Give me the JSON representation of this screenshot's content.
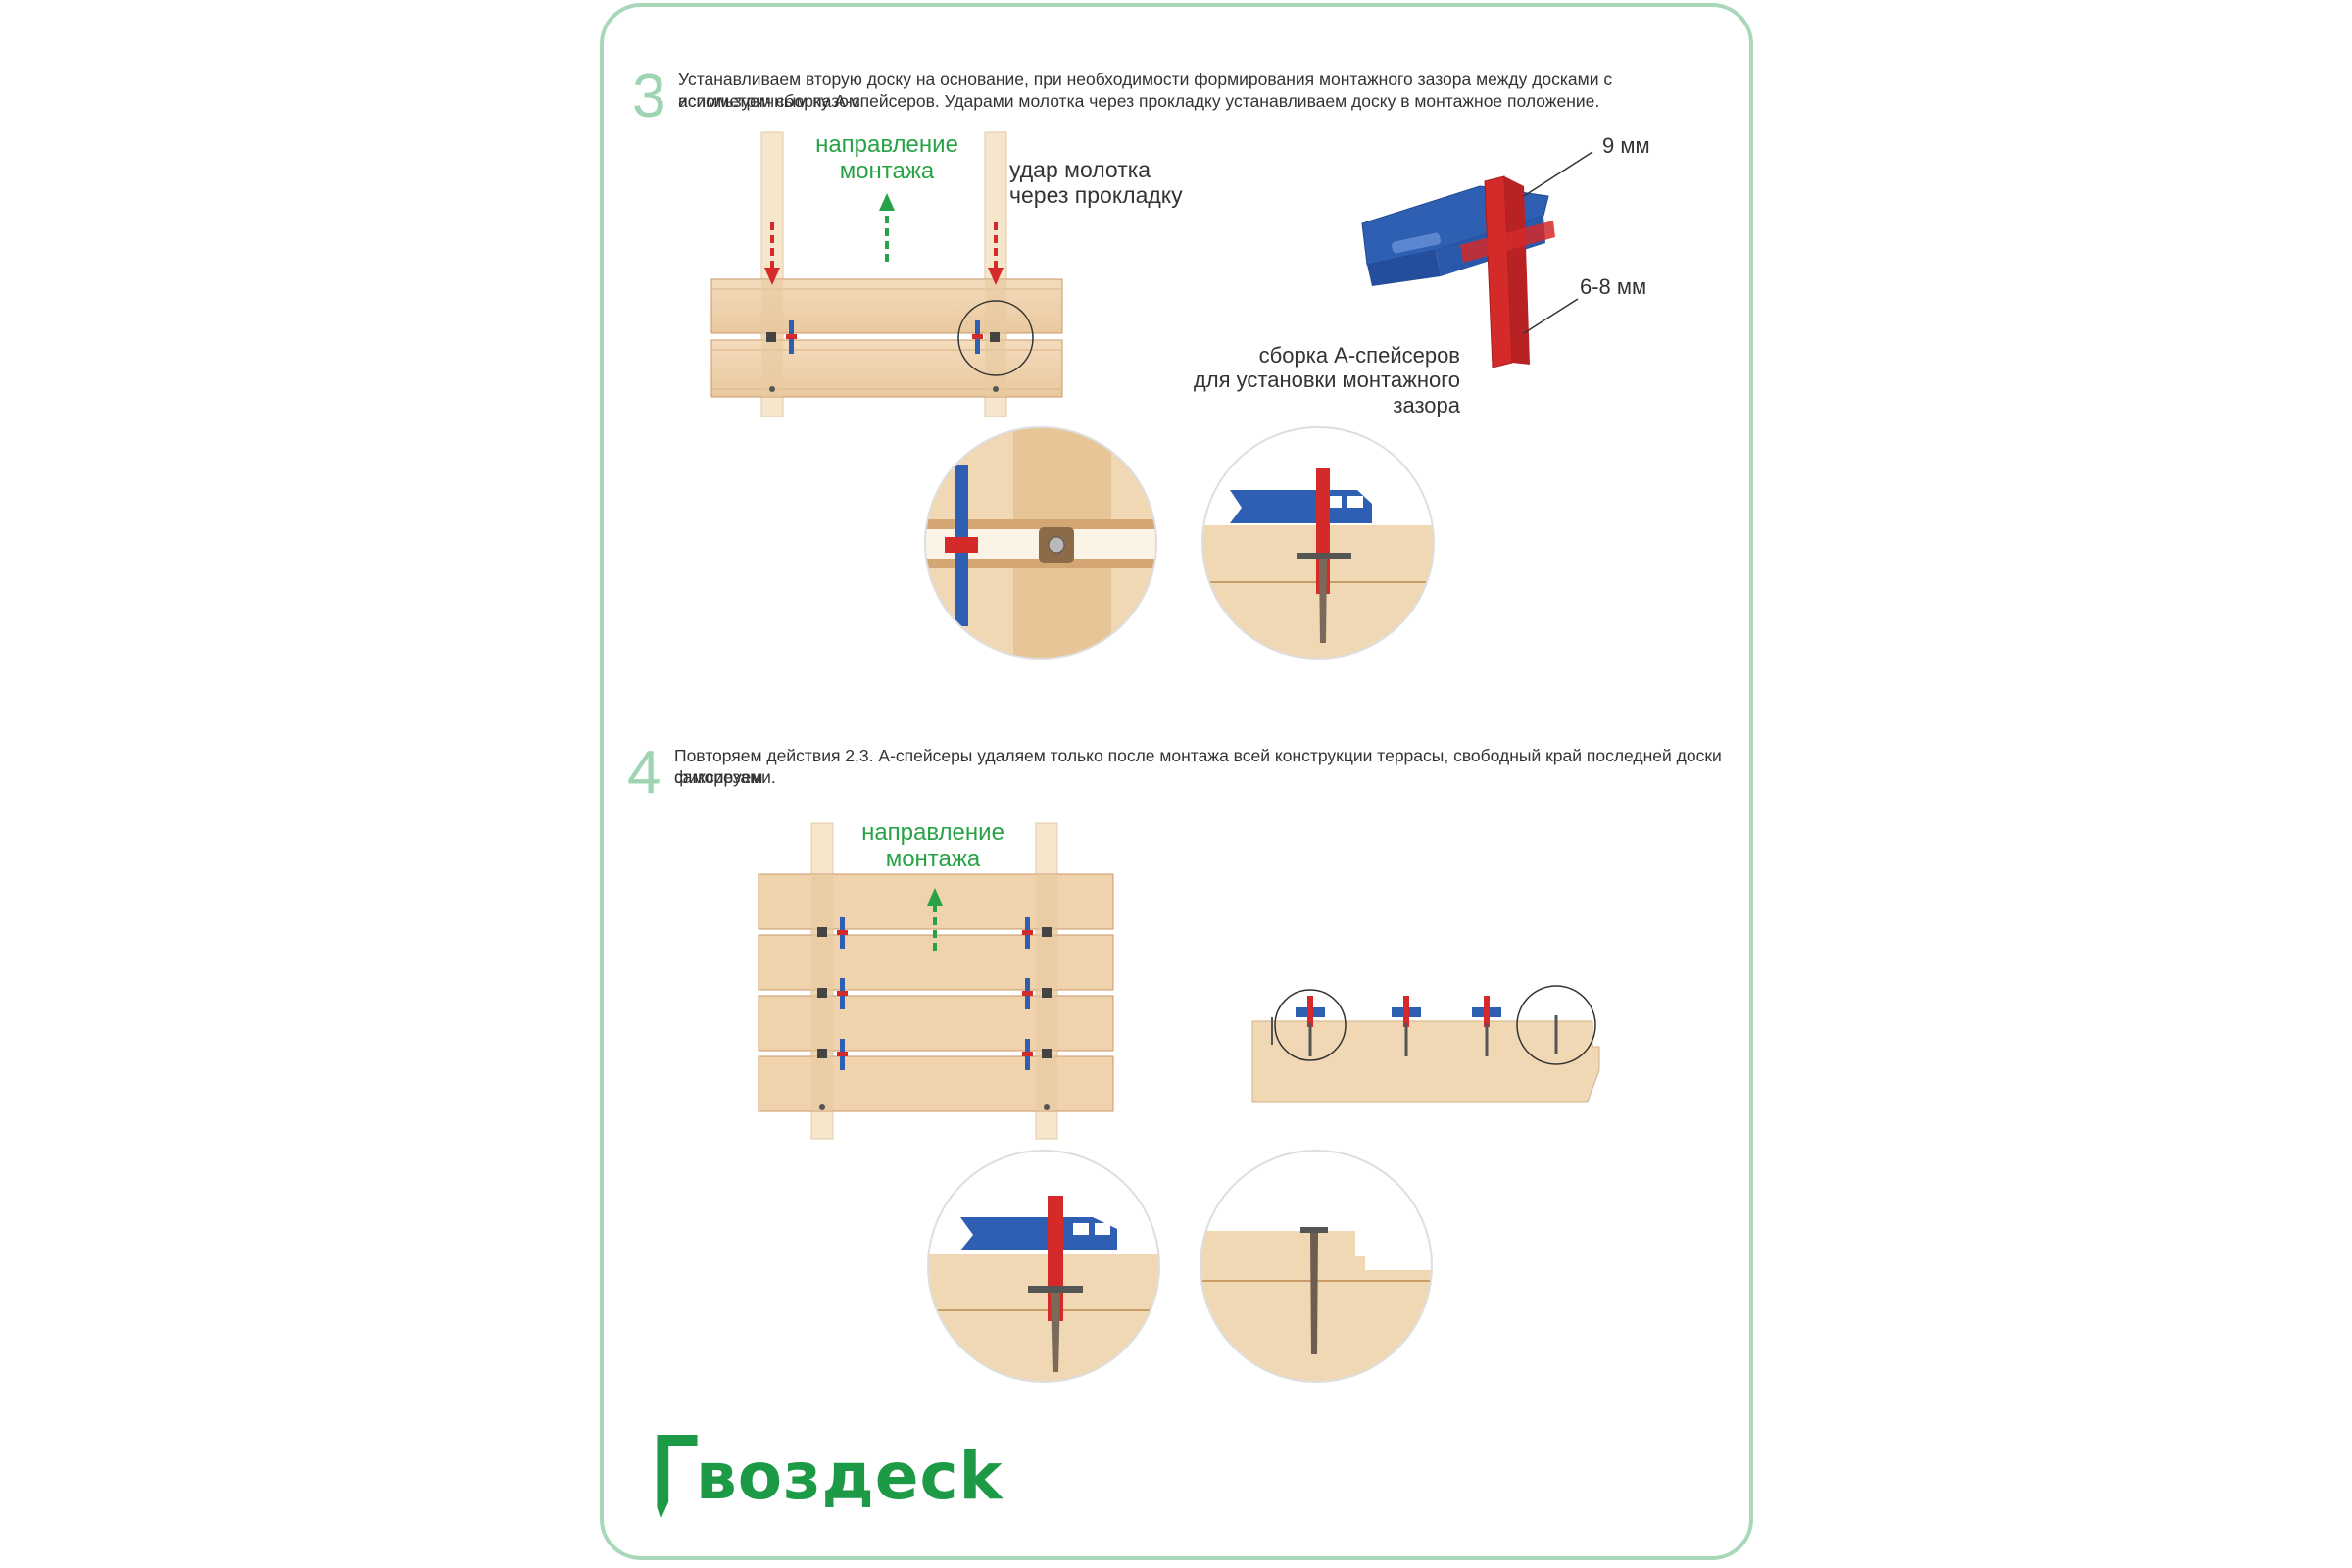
{
  "step3": {
    "number": "3",
    "text_line1": "Устанавливаем вторую доску на основание, при необходимости формирования монтажного зазора между досками с асимметричным пазом",
    "text_line2": "используем сборку А-спейсеров. Ударами молотка через прокладку устанавливаем доску в монтажное положение.",
    "direction_line1": "направление",
    "direction_line2": "монтажа",
    "hammer_line1": "удар молотка",
    "hammer_line2": "через прокладку",
    "dim_9": "9 мм",
    "dim_68": "6-8 мм",
    "spacer_line1": "сборка А-спейсеров",
    "spacer_line2": "для установки монтажного зазора"
  },
  "step4": {
    "number": "4",
    "text_line1": "Повторяем действия 2,3. А-спейсеры удаляем только после монтажа всей конструкции террасы, свободный край последней доски фиксируем",
    "text_line2": "саморезами.",
    "direction_line1": "направление",
    "direction_line2": "монтажа"
  },
  "brand": {
    "logo_text": "воздеck",
    "color": "#1d9a46"
  },
  "colors": {
    "accent_green": "#27a345",
    "frame": "#a8d8b9",
    "wood": "#f0d3ad",
    "spacer_blue": "#2f5fb3",
    "spacer_red": "#d42a2a"
  }
}
